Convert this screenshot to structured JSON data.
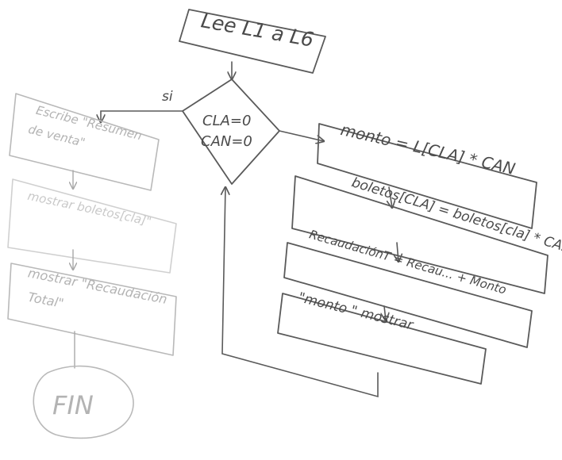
{
  "flowchart": {
    "start_box": "Lee L1 a L6",
    "decision": {
      "line1": "CLA=0",
      "line2": "CAN=0"
    },
    "yes_label": "si",
    "left_branch": {
      "write_1": "Escribe \"Resumen",
      "write_2": "de venta\"",
      "show_table": "mostrar boletos[cla]\"",
      "show_total_1": "mostrar \"Recaudación",
      "show_total_2": "Total\"",
      "end_label": "FIN"
    },
    "right_branch": {
      "monto": "monto = L[CLA] * CAN",
      "boletos": "boletos[CLA] = boletos[cla] * CAN",
      "recaudacion": "RecaudaciónT = Recau... + Monto",
      "mostrar_monto": "\"monto \" mostrar"
    }
  },
  "colors": {
    "ink": "#5a5a5a",
    "faded_ink": "#b3b3b3",
    "paper": "#ffffff"
  }
}
